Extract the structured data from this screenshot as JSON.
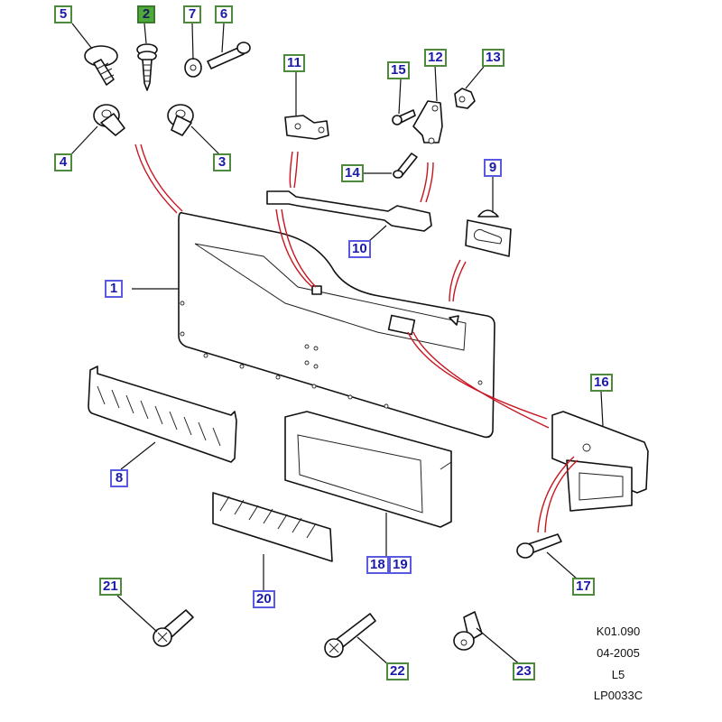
{
  "diagram": {
    "title": "Door trim panel exploded parts diagram",
    "callouts": [
      {
        "id": "1",
        "label": "1",
        "style": "blue"
      },
      {
        "id": "2",
        "label": "2",
        "style": "green",
        "selected": true
      },
      {
        "id": "3",
        "label": "3",
        "style": "green"
      },
      {
        "id": "4",
        "label": "4",
        "style": "green"
      },
      {
        "id": "5",
        "label": "5",
        "style": "green"
      },
      {
        "id": "6",
        "label": "6",
        "style": "green"
      },
      {
        "id": "7",
        "label": "7",
        "style": "green"
      },
      {
        "id": "8",
        "label": "8",
        "style": "blue"
      },
      {
        "id": "9",
        "label": "9",
        "style": "blue"
      },
      {
        "id": "10",
        "label": "10",
        "style": "blue"
      },
      {
        "id": "11",
        "label": "11",
        "style": "green"
      },
      {
        "id": "12",
        "label": "12",
        "style": "green"
      },
      {
        "id": "13",
        "label": "13",
        "style": "green"
      },
      {
        "id": "14",
        "label": "14",
        "style": "green"
      },
      {
        "id": "15",
        "label": "15",
        "style": "green"
      },
      {
        "id": "16",
        "label": "16",
        "style": "green"
      },
      {
        "id": "17",
        "label": "17",
        "style": "green"
      },
      {
        "id": "18",
        "label": "18",
        "style": "blue"
      },
      {
        "id": "19",
        "label": "19",
        "style": "blue"
      },
      {
        "id": "20",
        "label": "20",
        "style": "blue"
      },
      {
        "id": "21",
        "label": "21",
        "style": "green"
      },
      {
        "id": "22",
        "label": "22",
        "style": "green"
      },
      {
        "id": "23",
        "label": "23",
        "style": "green"
      }
    ],
    "colors": {
      "green_border": "#4e8a3c",
      "blue_border": "#5a5ae0",
      "label_text": "#1a1aa8",
      "selected_fill": "#4fa83a",
      "fixing_lines": "#c8141e"
    }
  },
  "stamp": {
    "code": "K01.090",
    "date": "04-2005",
    "level": "L5",
    "illustration_id": "LP0033C"
  }
}
